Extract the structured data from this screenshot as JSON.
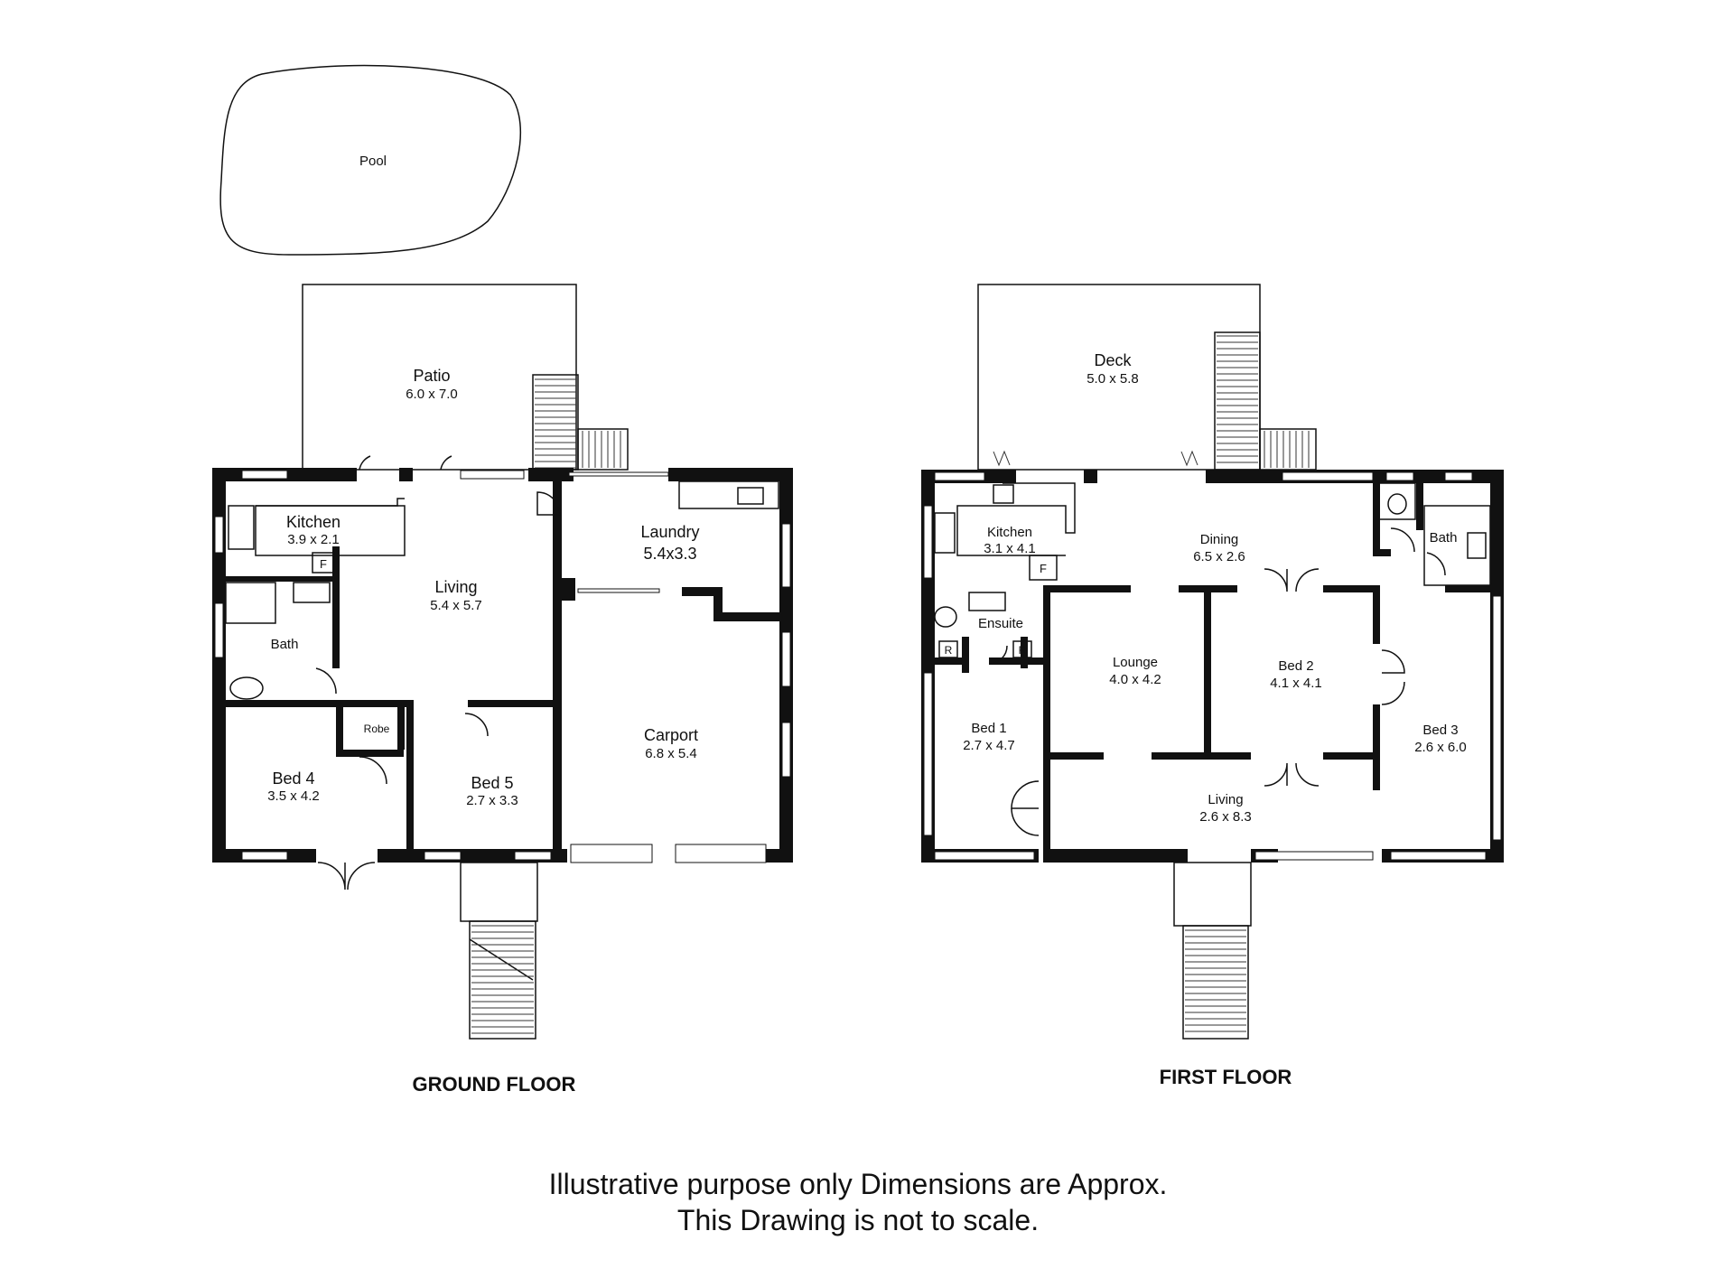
{
  "pool": {
    "label": "Pool"
  },
  "ground_floor": {
    "title": "GROUND FLOOR",
    "rooms": {
      "patio": {
        "name": "Patio",
        "dims": "6.0 x 7.0"
      },
      "kitchen": {
        "name": "Kitchen",
        "dims": "3.9 x 2.1"
      },
      "living": {
        "name": "Living",
        "dims": "5.4 x 5.7"
      },
      "laundry": {
        "name": "Laundry",
        "dims": "5.4x3.3"
      },
      "bath": {
        "name": "Bath"
      },
      "robe": {
        "name": "Robe"
      },
      "carport": {
        "name": "Carport",
        "dims": "6.8 x 5.4"
      },
      "bed4": {
        "name": "Bed 4",
        "dims": "3.5 x 4.2"
      },
      "bed5": {
        "name": "Bed 5",
        "dims": "2.7 x 3.3"
      }
    },
    "fridge_label": "F"
  },
  "first_floor": {
    "title": "FIRST FLOOR",
    "rooms": {
      "deck": {
        "name": "Deck",
        "dims": "5.0 x 5.8"
      },
      "kitchen": {
        "name": "Kitchen",
        "dims": "3.1 x 4.1"
      },
      "dining": {
        "name": "Dining",
        "dims": "6.5 x 2.6"
      },
      "bath": {
        "name": "Bath"
      },
      "ensuite": {
        "name": "Ensuite"
      },
      "lounge": {
        "name": "Lounge",
        "dims": "4.0 x 4.2"
      },
      "bed2": {
        "name": "Bed 2",
        "dims": "4.1 x 4.1"
      },
      "bed1": {
        "name": "Bed 1",
        "dims": "2.7 x 4.7"
      },
      "bed3": {
        "name": "Bed 3",
        "dims": "2.6 x 6.0"
      },
      "living": {
        "name": "Living",
        "dims": "2.6 x 8.3"
      }
    },
    "fridge_label": "F",
    "robe_label": "R"
  },
  "disclaimer": {
    "line1": "Illustrative purpose only Dimensions are Approx.",
    "line2": "This Drawing is not to scale."
  }
}
